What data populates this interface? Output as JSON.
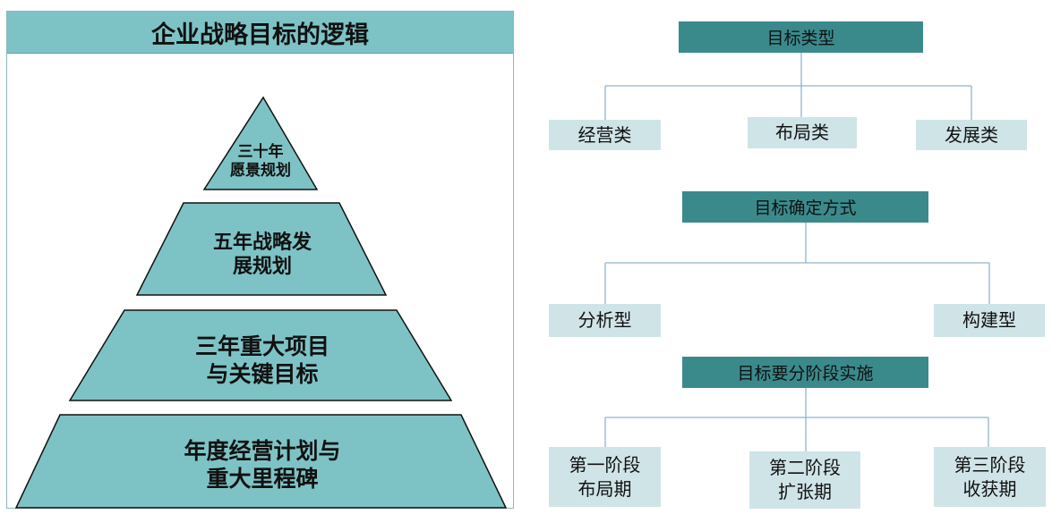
{
  "pyramid": {
    "title": "企业战略目标的逻辑",
    "tiers": [
      {
        "line1": "三十年",
        "line2": "愿景规划"
      },
      {
        "line1": "五年战略发",
        "line2": "展规划"
      },
      {
        "line1": "三年重大项目",
        "line2": "与关键目标"
      },
      {
        "line1": "年度经营计划与",
        "line2": "重大里程碑"
      }
    ]
  },
  "tree": {
    "groups": [
      {
        "heading": "目标类型",
        "items": [
          {
            "line1": "经营类"
          },
          {
            "line1": "布局类"
          },
          {
            "line1": "发展类"
          }
        ]
      },
      {
        "heading": "目标确定方式",
        "items": [
          {
            "line1": "分析型"
          },
          {
            "line1": "构建型"
          }
        ]
      },
      {
        "heading": "目标要分阶段实施",
        "items": [
          {
            "line1": "第一阶段",
            "line2": "布局期"
          },
          {
            "line1": "第二阶段",
            "line2": "扩张期"
          },
          {
            "line1": "第三阶段",
            "line2": "收获期"
          }
        ]
      }
    ]
  },
  "colors": {
    "header_fill": "#7dc3c6",
    "tier_fill": "#7dc3c6",
    "heading_box": "#3a8a8c",
    "leaf_box": "#cfe4e6",
    "connector": "#8fb4d4"
  }
}
